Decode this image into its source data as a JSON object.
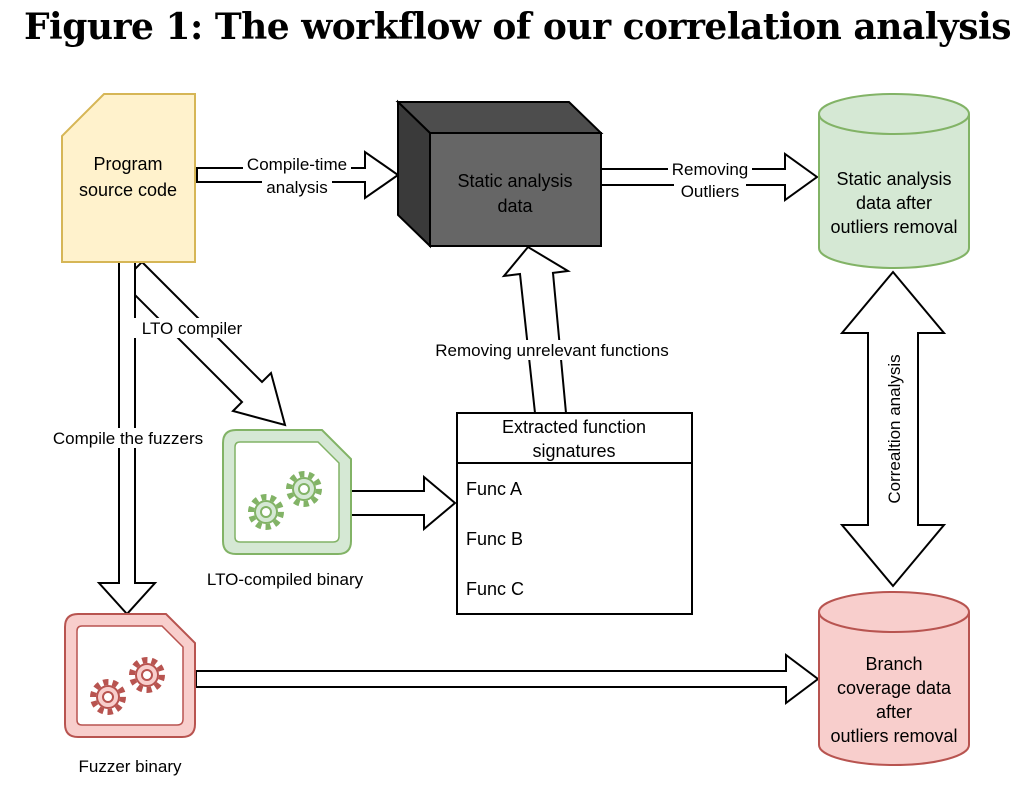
{
  "title": "Figure 1: The workflow of our correlation analysis",
  "nodes": {
    "source": {
      "line1": "Program",
      "line2": "source code",
      "fill": "#fff2cc",
      "stroke": "#d6b656"
    },
    "static": {
      "line1": "Static analysis",
      "line2": "data",
      "fill": "#666666"
    },
    "static_clean": {
      "line1": "Static analysis",
      "line2": "data after",
      "line3": "outliers removal",
      "fill": "#d5e8d4",
      "stroke": "#82b366"
    },
    "lto_binary": {
      "label": "LTO-compiled binary",
      "stroke": "#82b366"
    },
    "fuzzer_binary": {
      "label": "Fuzzer binary",
      "stroke": "#b85450"
    },
    "signatures": {
      "header1": "Extracted function",
      "header2": "signatures",
      "items": [
        "Func A",
        "Func B",
        "Func C"
      ]
    },
    "branch": {
      "line1": "Branch",
      "line2": "coverage data",
      "line3": "after",
      "line4": "outliers removal",
      "fill": "#f8cecc",
      "stroke": "#b85450"
    }
  },
  "edges": {
    "compile_time1": "Compile-time",
    "compile_time2": "analysis",
    "removing1": "Removing",
    "removing2": "Outliers",
    "lto_compiler": "LTO compiler",
    "compile_fuzzers": "Compile the fuzzers",
    "remove_unrelevant": "Removing unrelevant functions",
    "correlation": "Correaltion analysis"
  }
}
